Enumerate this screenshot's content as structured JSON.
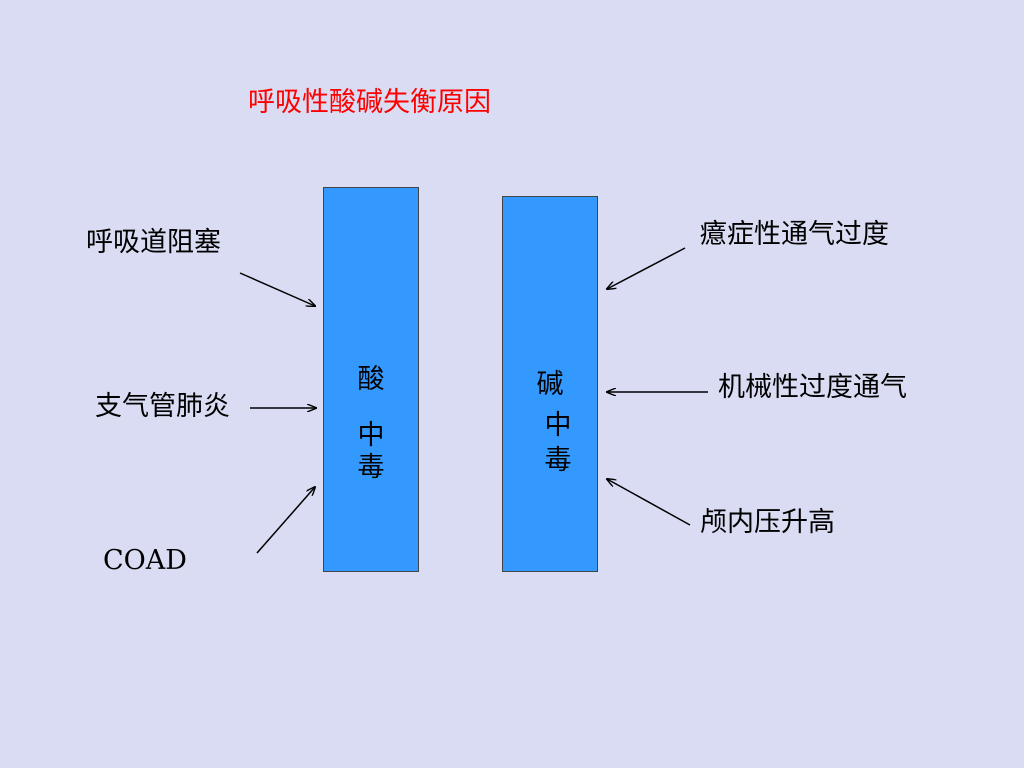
{
  "title": "呼吸性酸碱失衡原因",
  "acidosis": {
    "label_line1": "酸",
    "label_line2": "中",
    "label_line3": "毒",
    "causes": [
      "呼吸道阻塞",
      "支气管肺炎",
      "COAD"
    ]
  },
  "alkalosis": {
    "label_line1": "碱",
    "label_line2": "中",
    "label_line3": "毒",
    "causes": [
      "癔症性通气过度",
      "机械性过度通气",
      "颅内压升高"
    ]
  },
  "colors": {
    "background": "#d9dcf2",
    "box_fill": "#3399ff",
    "title": "#ff0000"
  }
}
